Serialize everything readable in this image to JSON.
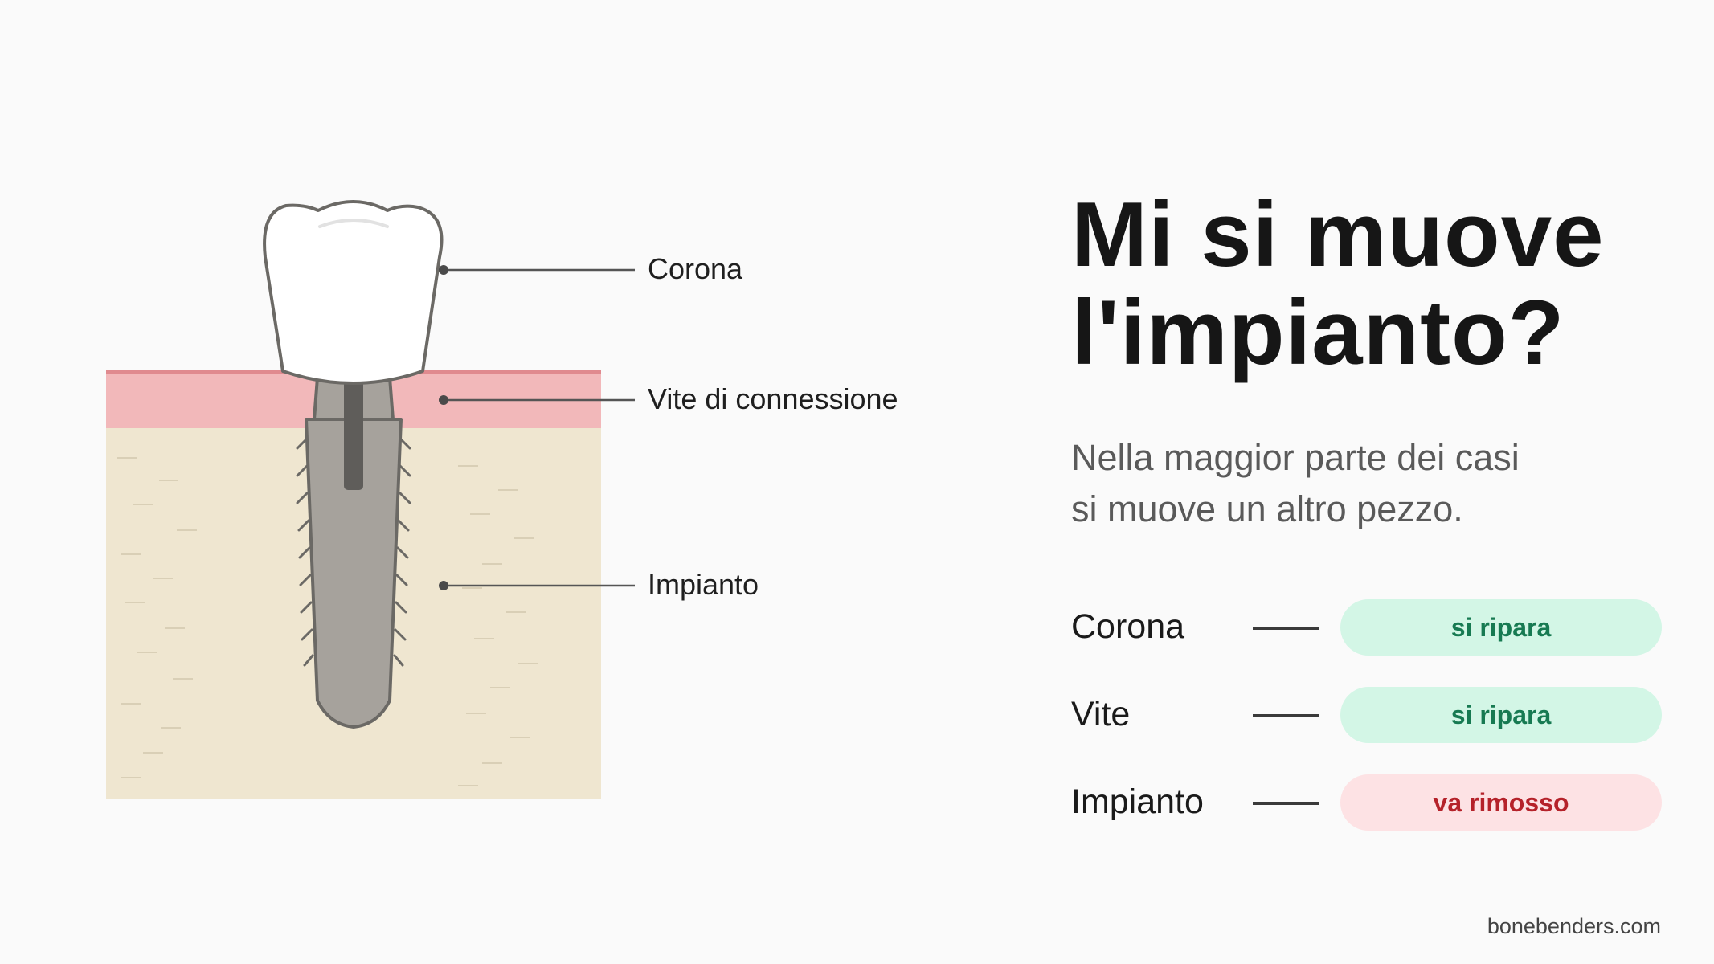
{
  "diagram": {
    "labels": {
      "crown": "Corona",
      "screw": "Vite di connessione",
      "implant": "Impianto"
    },
    "colors": {
      "gum": "#f2b8ba",
      "gum_edge": "#e08a8f",
      "bone": "#efe6d0",
      "crown": "#ffffff",
      "implant": "#a6a29c",
      "screw": "#5f5d5a",
      "outline": "#6b6965"
    }
  },
  "title": {
    "line1": "Mi si muove",
    "line2": "l'impianto?"
  },
  "subtitle": {
    "line1": "Nella maggior parte dei casi",
    "line2": "si muove un altro pezzo."
  },
  "rows": [
    {
      "label": "Corona",
      "status": "si ripara",
      "state": "ok"
    },
    {
      "label": "Vite",
      "status": "si ripara",
      "state": "ok"
    },
    {
      "label": "Impianto",
      "status": "va rimosso",
      "state": "bad"
    }
  ],
  "credit": "bonebenders.com"
}
